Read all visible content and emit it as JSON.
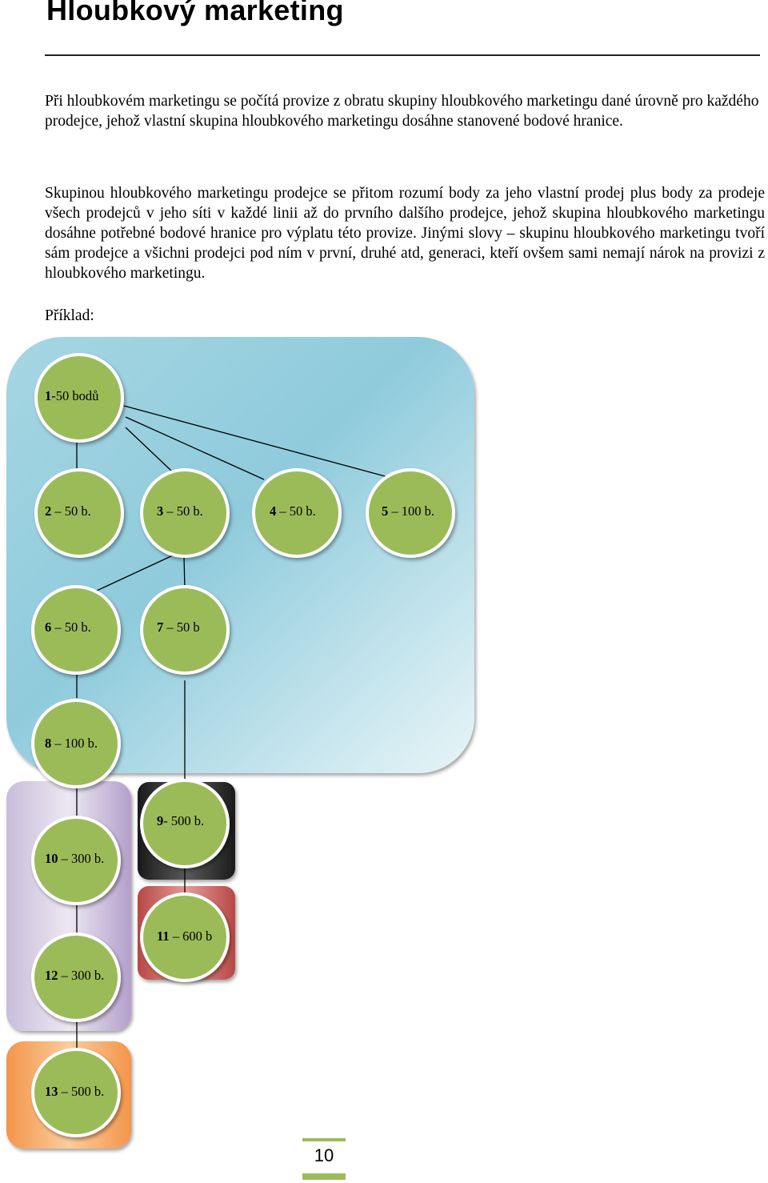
{
  "heading": "Hloubkový marketing",
  "paragraphs": {
    "p1": "Při hloubkovém marketingu se počítá provize z obratu skupiny hloubkového marketingu dané úrovně pro každého prodejce, jehož vlastní skupina hloubkového marketingu dosáhne stanovené bodové hranice.",
    "p2": "Skupinou hloubkového marketingu prodejce se přitom rozumí body za jeho vlastní prodej plus body za prodeje všech prodejců v jeho síti v každé linii až do prvního dalšího prodejce, jehož skupina hloubkového marketingu dosáhne potřebné bodové hranice pro výplatu této provize. Jinými slovy – skupinu hloubkového marketingu tvoří sám prodejce a všichni prodejci pod ním v první, druhé atd, generaci, kteří ovšem sami nemají nárok na provizi z hloubkového marketingu.",
    "p3": "Příklad:"
  },
  "diagram": {
    "nodes": [
      {
        "num": "1",
        "label": "-50 bodů"
      },
      {
        "num": "2",
        "label": " – 50 b."
      },
      {
        "num": "3",
        "label": " – 50 b."
      },
      {
        "num": "4",
        "label": " – 50 b."
      },
      {
        "num": "5",
        "label": " – 100 b."
      },
      {
        "num": "6",
        "label": " – 50 b."
      },
      {
        "num": "7",
        "label": " – 50 b"
      },
      {
        "num": "8",
        "label": " – 100 b."
      },
      {
        "num": "9",
        "label": "- 500 b."
      },
      {
        "num": "10",
        "label": " – 300 b."
      },
      {
        "num": "11",
        "label": " – 600 b"
      },
      {
        "num": "12",
        "label": " – 300 b."
      },
      {
        "num": "13",
        "label": " – 500 b."
      }
    ],
    "colors": {
      "group_blue": "#9fd3e0",
      "group_purple": "#b7a6cc",
      "group_black": "#2b2b2b",
      "group_red": "#c0504d",
      "group_orange": "#f5a05a",
      "node_green": "#9bbb59"
    }
  },
  "page_number": "10"
}
